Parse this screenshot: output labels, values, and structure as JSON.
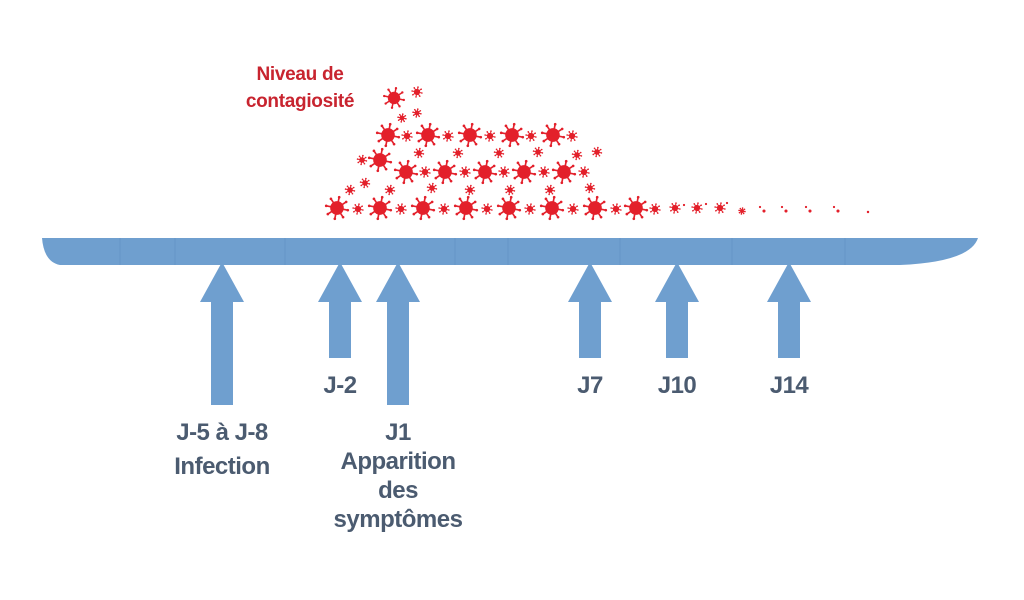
{
  "title": "Niveau de contagiosité",
  "title_lines": [
    "Niveau de",
    "contagiosité"
  ],
  "colors": {
    "timeline": "#6f9fcf",
    "virus": "#e3202b",
    "label": "#4b5b70",
    "title": "#c8242f"
  },
  "markers": [
    {
      "id": "infection",
      "lines": [
        "J-5 à J-8",
        "Infection"
      ]
    },
    {
      "id": "j-2",
      "lines": [
        "J-2"
      ]
    },
    {
      "id": "j1",
      "lines": [
        "J1",
        "Apparition",
        "des",
        "symptômes"
      ]
    },
    {
      "id": "j7",
      "lines": [
        "J7"
      ]
    },
    {
      "id": "j10",
      "lines": [
        "J10"
      ]
    },
    {
      "id": "j14",
      "lines": [
        "J14"
      ]
    }
  ],
  "icons": {
    "virus": "virus-icon",
    "arrow": "arrow-up-icon"
  }
}
